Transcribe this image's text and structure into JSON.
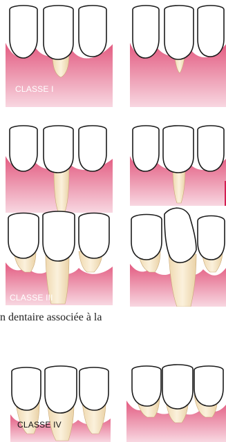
{
  "labels": {
    "class1": "CLASSE I",
    "class3": "CLASSE III",
    "class4": "CLASSE IV"
  },
  "caption": "n dentaire associée à la",
  "colors": {
    "gum_dark": "#d4416b",
    "gum_light": "#f6c9d6",
    "root": "#f5e6c8",
    "tooth_outline": "#1a1a1a"
  }
}
